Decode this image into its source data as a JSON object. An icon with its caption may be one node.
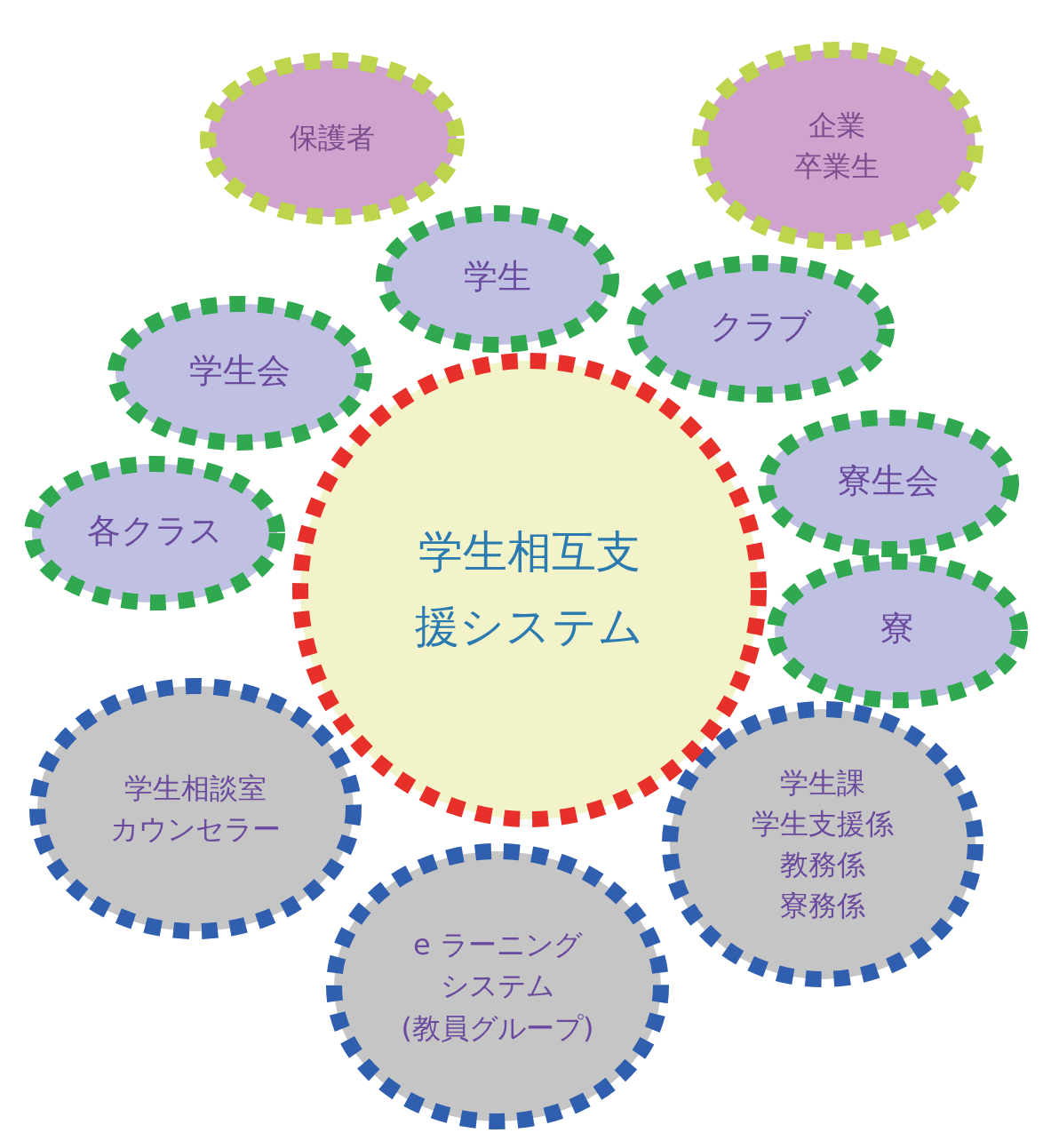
{
  "diagram": {
    "nodes": [
      {
        "text": [
          "保護者"
        ]
      },
      {
        "text": [
          "企業",
          "卒業生"
        ]
      },
      {
        "text": [
          "学生"
        ]
      },
      {
        "text": [
          "クラブ"
        ]
      },
      {
        "text": [
          "学生会"
        ]
      },
      {
        "text": [
          "寮生会"
        ]
      },
      {
        "text": [
          "各クラス"
        ]
      },
      {
        "text": [
          "寮"
        ]
      },
      {
        "text": [
          "学生相互支援システム"
        ]
      },
      {
        "text": [
          "学生相談室",
          "カウンセラー"
        ]
      },
      {
        "text": [
          "学生課",
          "学生支援係",
          "教務係",
          "寮務係"
        ]
      },
      {
        "text": [
          "e ラーニング",
          "システム",
          "(教員グループ)"
        ]
      }
    ]
  }
}
